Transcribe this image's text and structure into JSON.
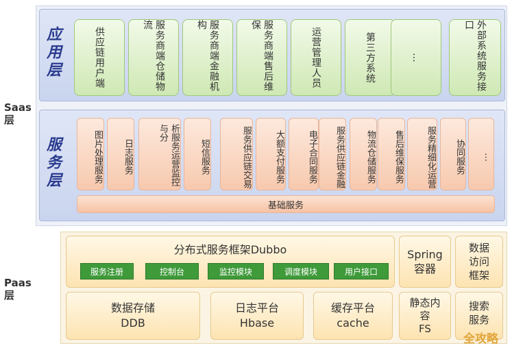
{
  "side_labels": {
    "saas": "Saas\n层",
    "paas": "Paas\n层"
  },
  "app_layer": {
    "title": "应用层",
    "items": [
      "供应链用户端",
      "服务商端仓储物流",
      "服务商端金融机构",
      "服务商端售后维保",
      "运营管理人员",
      "第三方系统",
      "…",
      "外部系统服务接口"
    ]
  },
  "service_layer": {
    "title": "服务层",
    "items": [
      "图片处理服务",
      "日志服务",
      "析服务运营监控与分",
      "短信服务",
      "服务供应链交易",
      "大额支付服务",
      "电子合同服务",
      "服务供应链金融",
      "物流仓储服务",
      "售后维保服务",
      "服务精细化运营",
      "协同服务",
      "…"
    ],
    "base": "基础服务"
  },
  "paas": {
    "dubbo_title": "分布式服务框架Dubbo",
    "dubbo_buttons": [
      "服务注册",
      "控制台",
      "监控模块",
      "调度模块",
      "用户接口"
    ],
    "spring": "Spring\n容器",
    "data_access": "数据\n访问\n框架",
    "ddb": "数据存储\nDDB",
    "hbase": "日志平台\nHbase",
    "cache": "缓存平台\ncache",
    "fs": "静态内\n容\nFS",
    "search": "搜索\n服务"
  },
  "watermark": "全攻略"
}
